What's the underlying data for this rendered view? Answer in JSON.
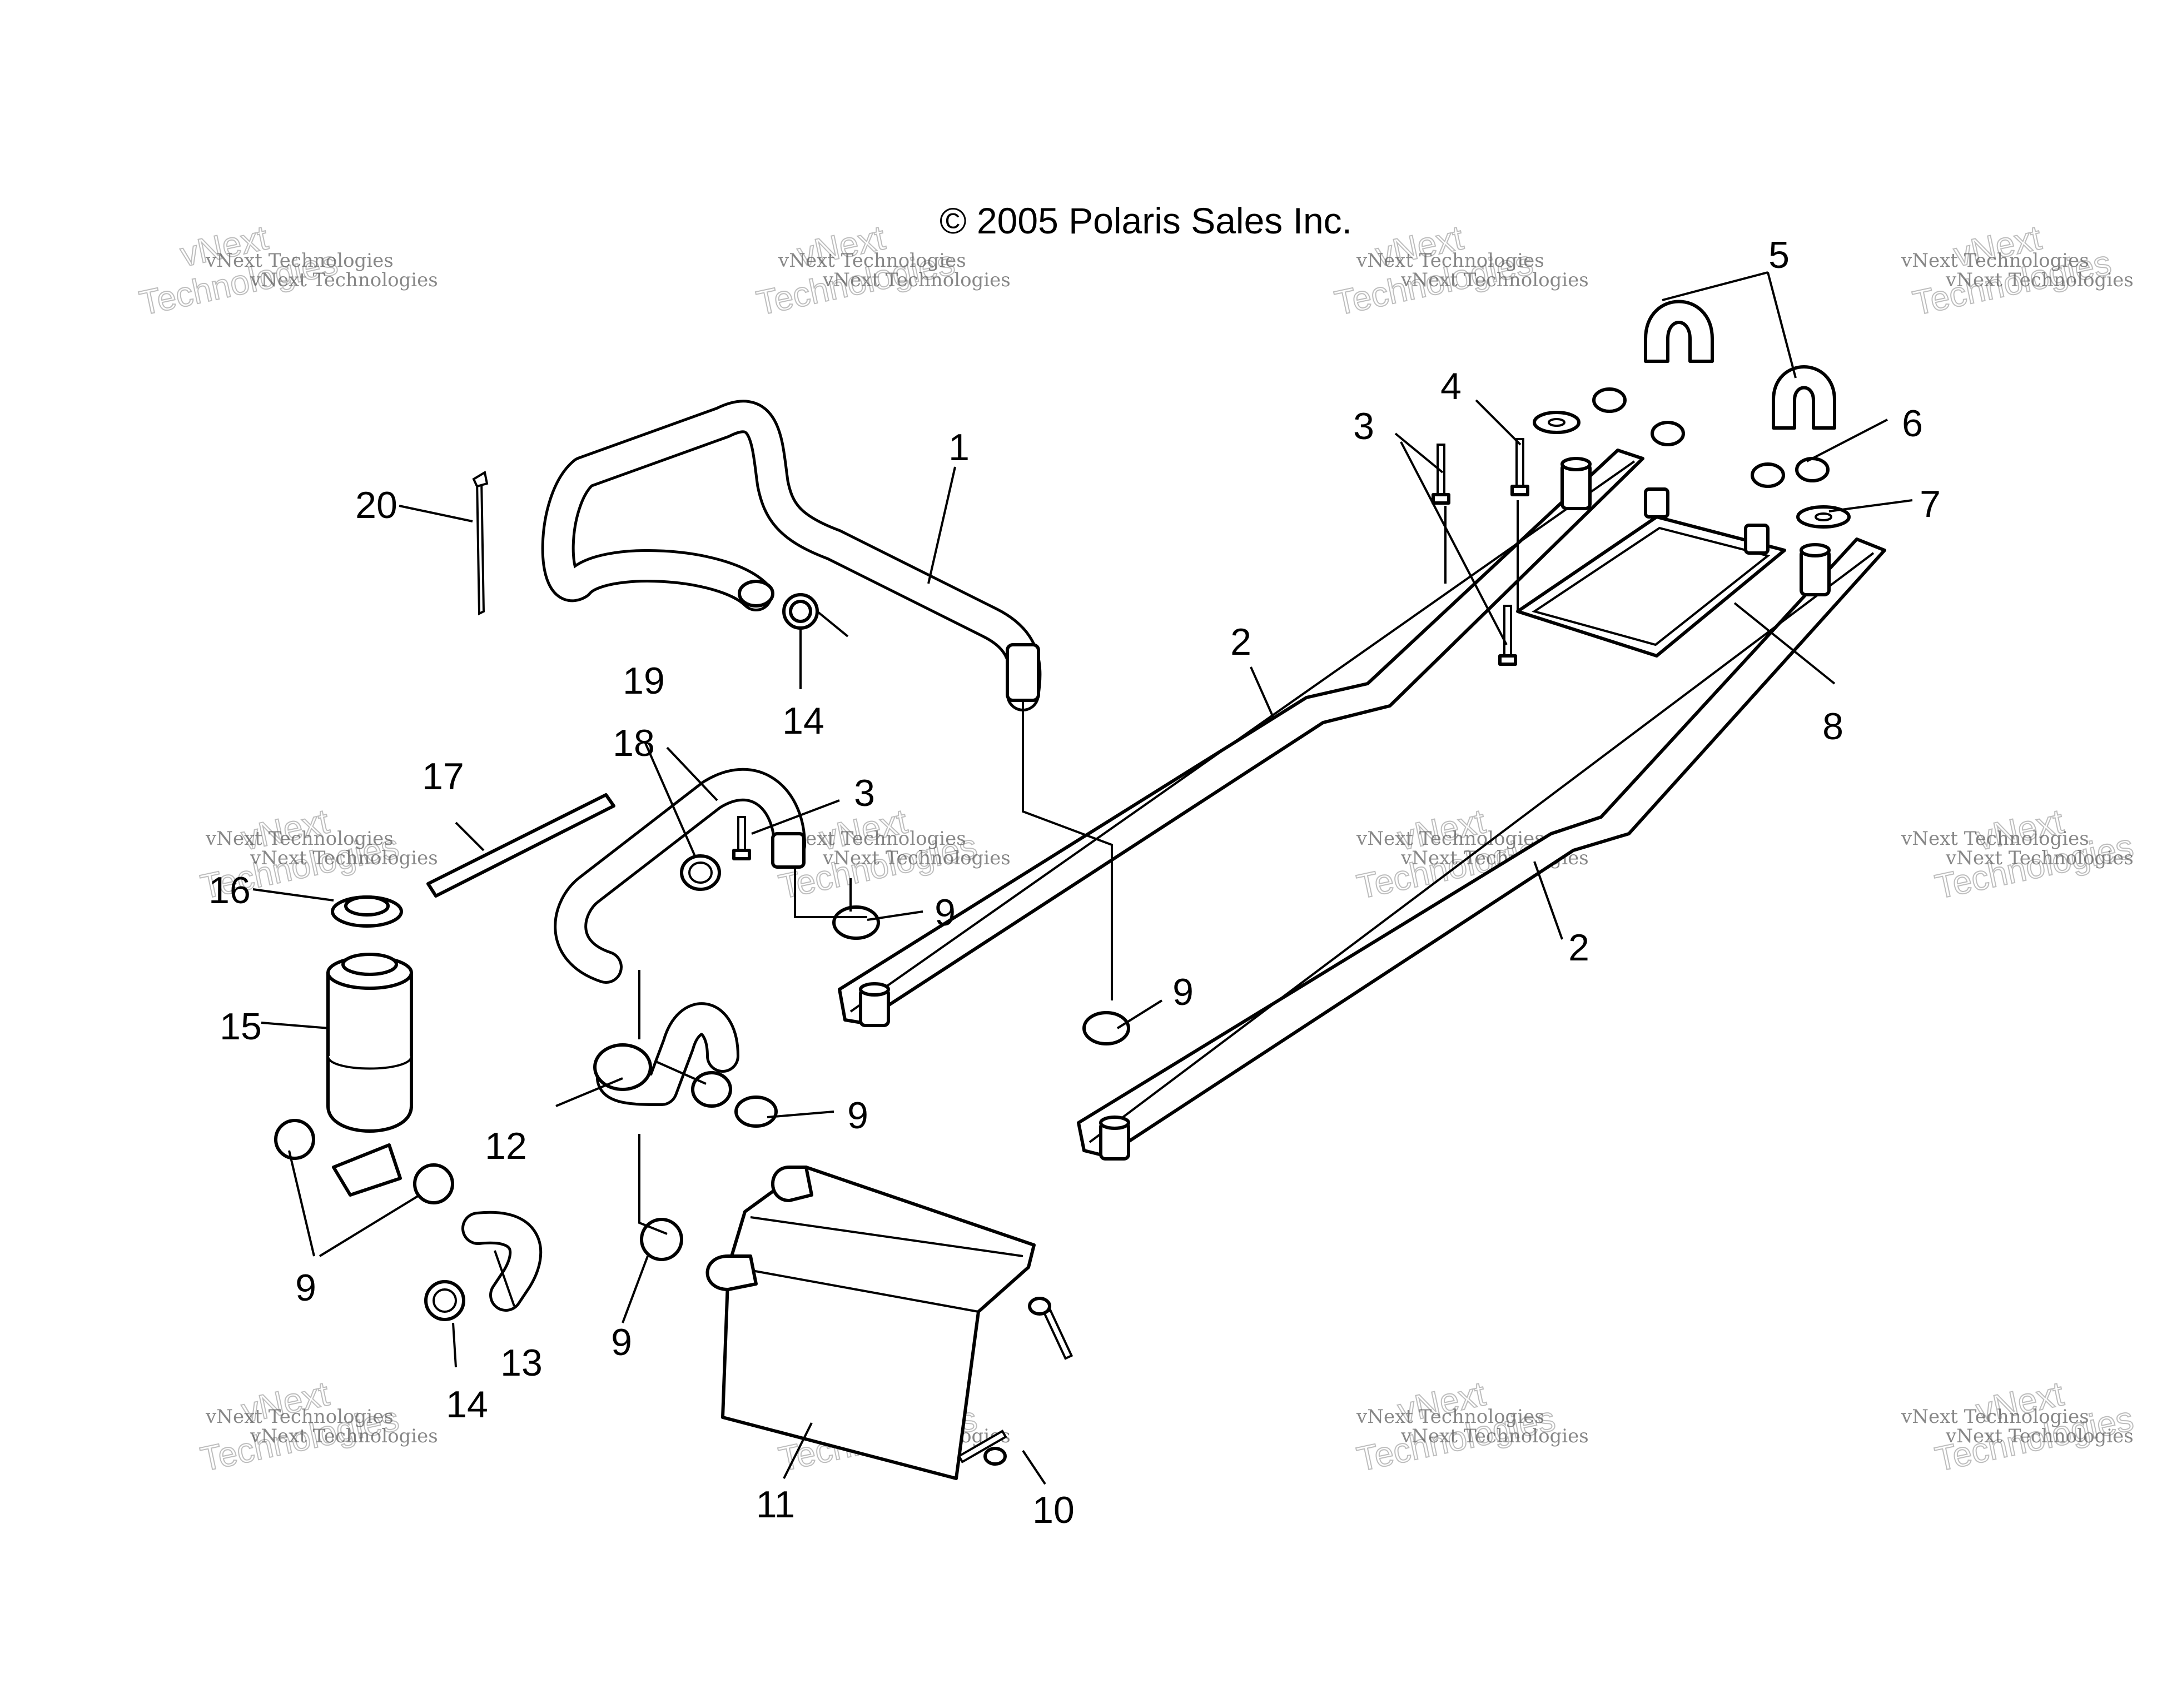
{
  "copyright": "© 2005 Polaris Sales Inc.",
  "watermark": {
    "small": "vNext Technologies",
    "big_line1": "vNext",
    "big_line2": "Technologies"
  },
  "callouts": [
    {
      "id": "1",
      "label": "1"
    },
    {
      "id": "2a",
      "label": "2"
    },
    {
      "id": "2b",
      "label": "2"
    },
    {
      "id": "3a",
      "label": "3"
    },
    {
      "id": "3b",
      "label": "3"
    },
    {
      "id": "4",
      "label": "4"
    },
    {
      "id": "5",
      "label": "5"
    },
    {
      "id": "6",
      "label": "6"
    },
    {
      "id": "7",
      "label": "7"
    },
    {
      "id": "8",
      "label": "8"
    },
    {
      "id": "9a",
      "label": "9"
    },
    {
      "id": "9b",
      "label": "9"
    },
    {
      "id": "9c",
      "label": "9"
    },
    {
      "id": "9d",
      "label": "9"
    },
    {
      "id": "9e",
      "label": "9"
    },
    {
      "id": "10",
      "label": "10"
    },
    {
      "id": "11",
      "label": "11"
    },
    {
      "id": "12",
      "label": "12"
    },
    {
      "id": "13",
      "label": "13"
    },
    {
      "id": "14a",
      "label": "14"
    },
    {
      "id": "14b",
      "label": "14"
    },
    {
      "id": "15",
      "label": "15"
    },
    {
      "id": "16",
      "label": "16"
    },
    {
      "id": "17",
      "label": "17"
    },
    {
      "id": "18",
      "label": "18"
    },
    {
      "id": "19",
      "label": "19"
    },
    {
      "id": "20",
      "label": "20"
    }
  ]
}
